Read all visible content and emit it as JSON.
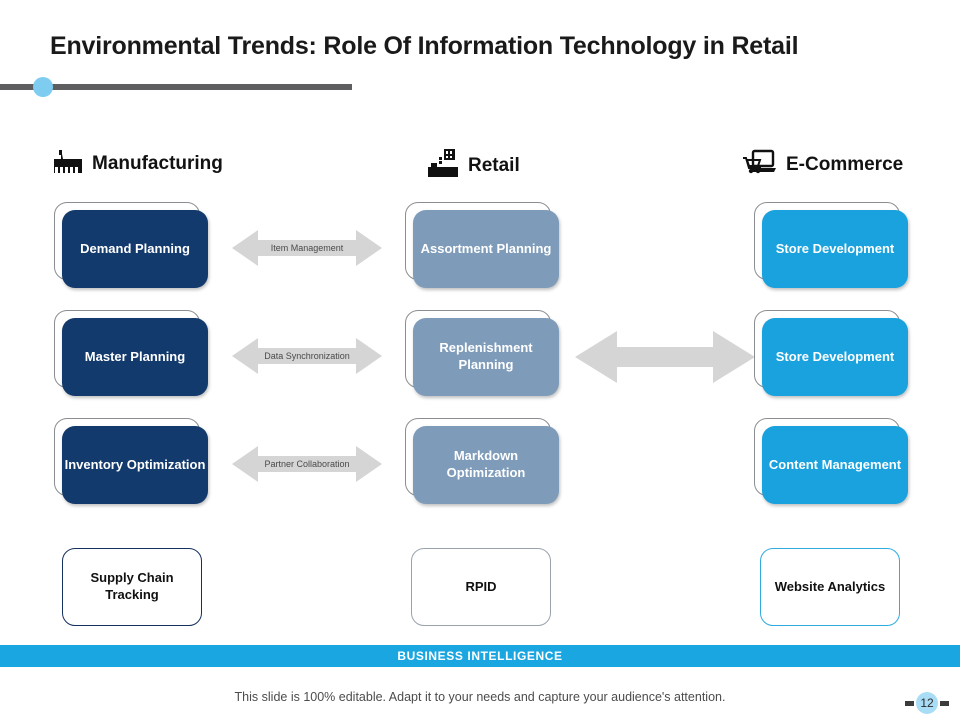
{
  "slide": {
    "title": "Environmental Trends: Role Of Information Technology in Retail",
    "footer_note": "This slide is 100% editable. Adapt it to your needs and capture your audience's attention.",
    "banner_text": "BUSINESS INTELLIGENCE",
    "page_number": "12"
  },
  "colors": {
    "navy": "#133a6c",
    "slate": "#7e9cba",
    "cyan": "#19a2dd",
    "banner": "#1aa6e0",
    "arrow_gray": "#d5d5d5",
    "rule_gray": "#5e5e60",
    "dot_blue": "#7ecdf0"
  },
  "columns": [
    {
      "id": "manufacturing",
      "label": "Manufacturing",
      "icon": "factory-icon"
    },
    {
      "id": "retail",
      "label": "Retail",
      "icon": "retail-counter-icon"
    },
    {
      "id": "ecommerce",
      "label": "E-Commerce",
      "icon": "laptop-cart-icon"
    }
  ],
  "rows": [
    {
      "manufacturing": "Demand Planning",
      "retail": "Assortment Planning",
      "ecommerce": "Store Development",
      "connector_label": "Item Management"
    },
    {
      "manufacturing": "Master Planning",
      "retail": "Replenishment Planning",
      "ecommerce": "Store Development",
      "connector_label": "Data Synchronization"
    },
    {
      "manufacturing": "Inventory Optimization",
      "retail": "Markdown Optimization",
      "ecommerce": "Content Management",
      "connector_label": "Partner Collaboration"
    }
  ],
  "bottom_row": {
    "manufacturing": "Supply Chain Tracking",
    "retail": "RPID",
    "ecommerce": "Website Analytics"
  },
  "connectors": {
    "row1_label": "Item Management",
    "row2_label": "Data Synchronization",
    "row3_label": "Partner Collaboration",
    "retail_to_ecom_label": ""
  }
}
